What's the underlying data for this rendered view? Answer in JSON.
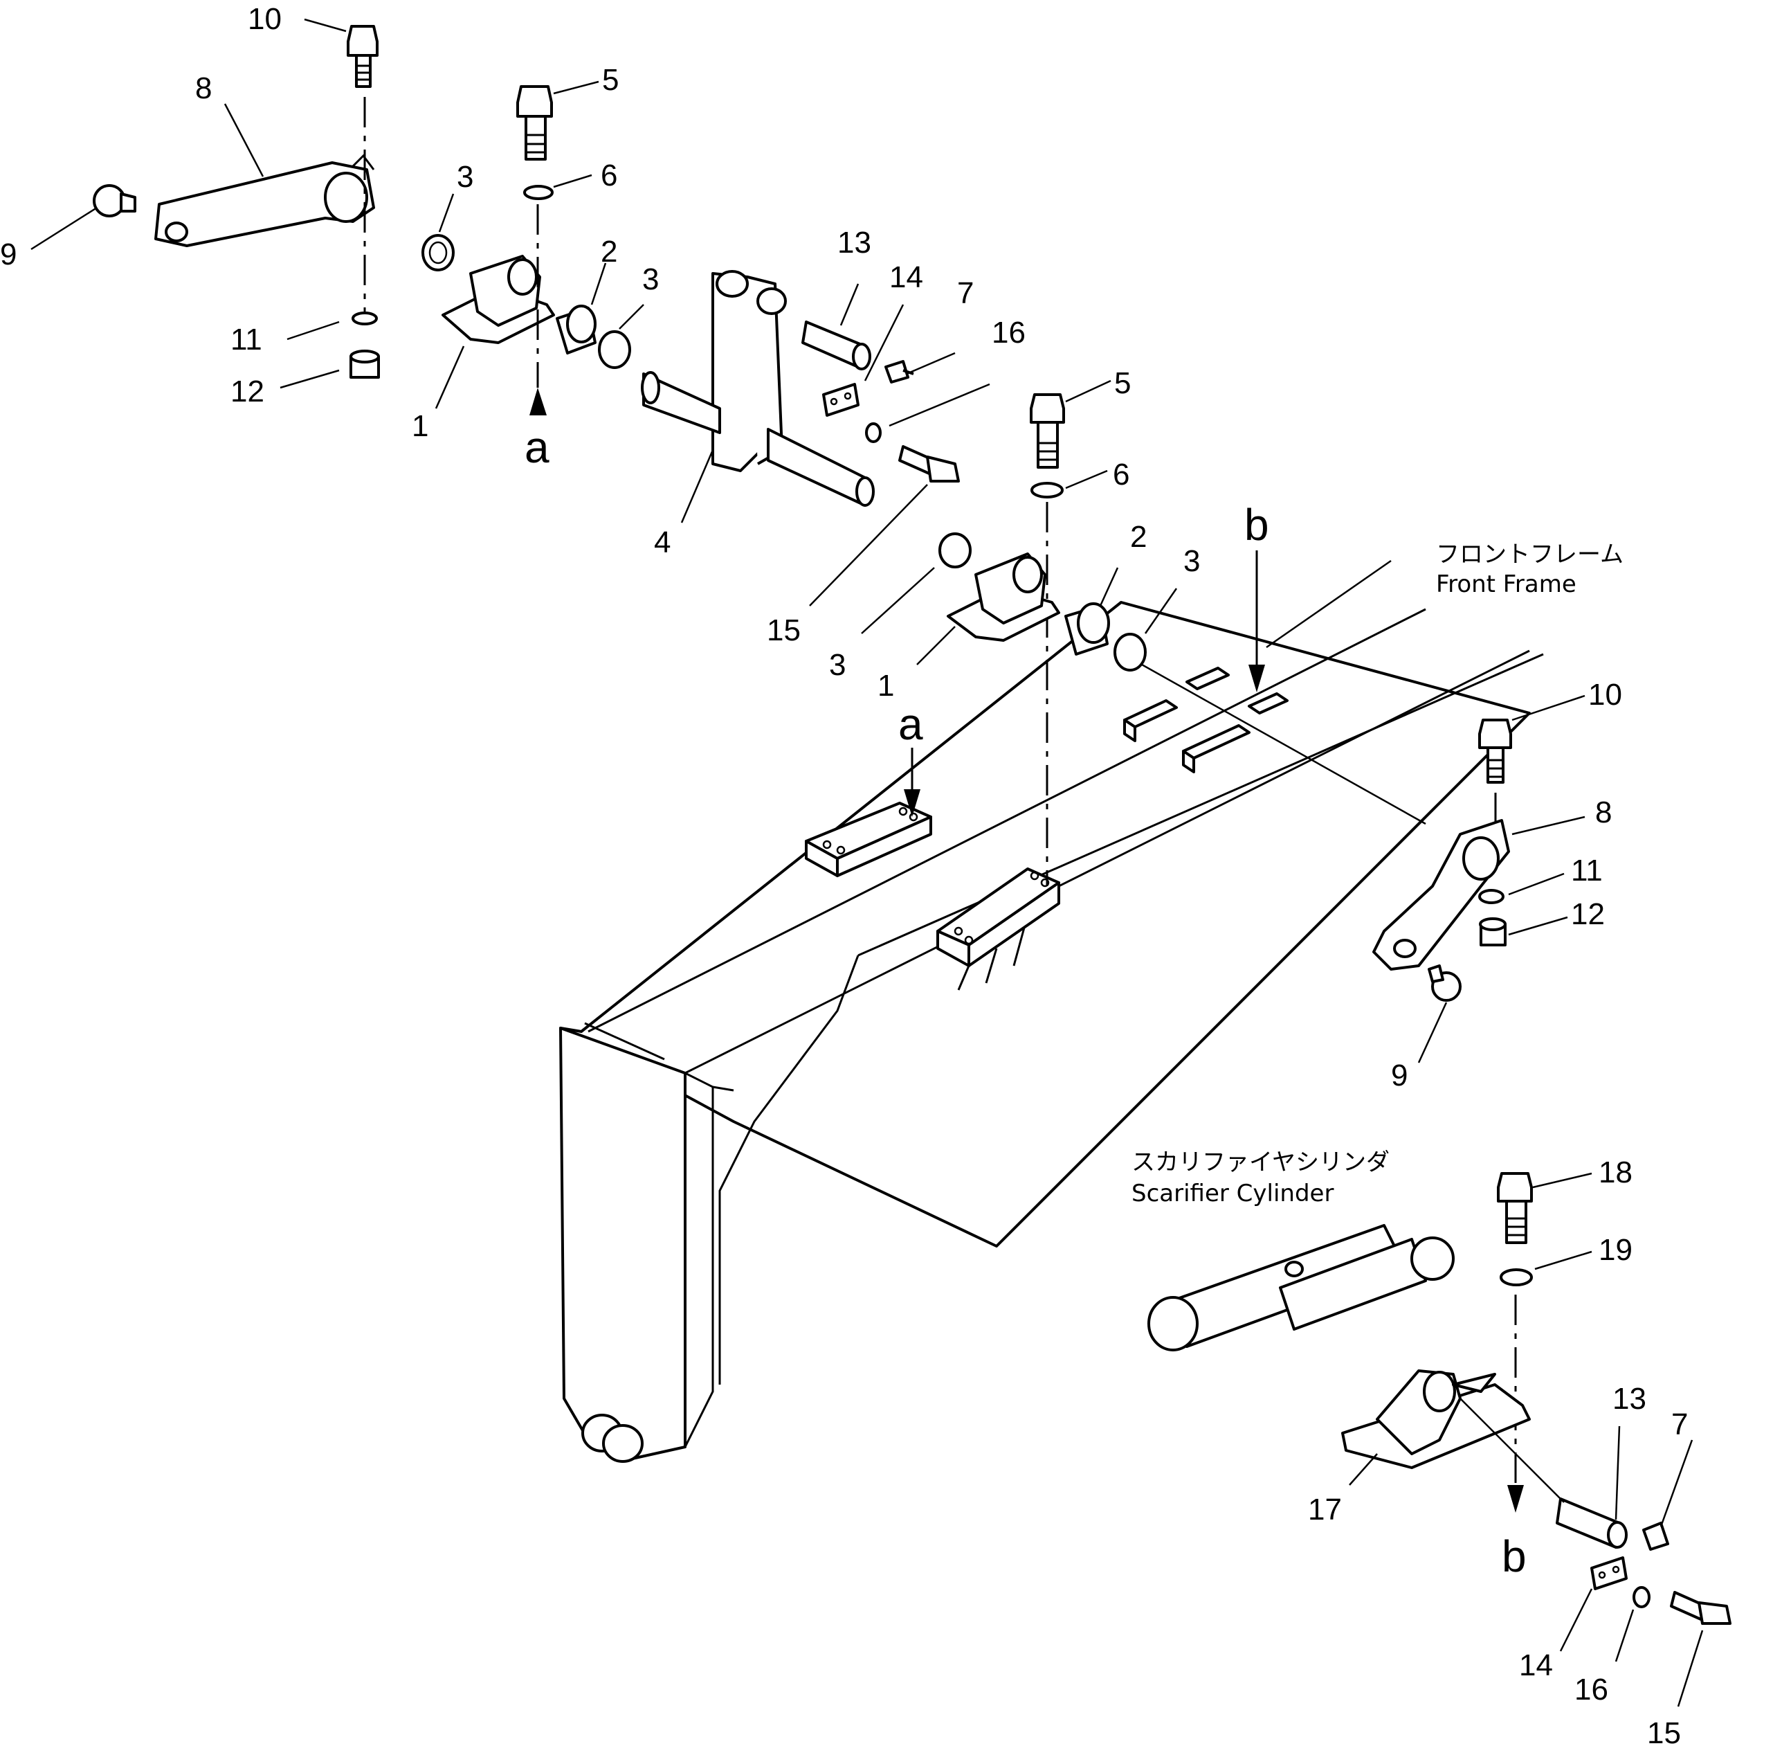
{
  "labels": {
    "front_frame_jp": "フロントフレーム",
    "front_frame_en": "Front Frame",
    "scarifier_jp": "スカリファイヤシリンダ",
    "scarifier_en": "Scarifier Cylinder"
  },
  "refs": {
    "a_top": "a",
    "a_bottom": "a",
    "b_top": "b",
    "b_bottom": "b"
  },
  "callouts": {
    "c10_top": "10",
    "c8_top": "8",
    "c9_top": "9",
    "c11_top": "11",
    "c12_top": "12",
    "c5_top": "5",
    "c6_top": "6",
    "c3_a": "3",
    "c1_top": "1",
    "c2_top": "2",
    "c3_b": "3",
    "c4": "4",
    "c13_top": "13",
    "c14_top": "14",
    "c7_top": "7",
    "c16_top": "16",
    "c15_top": "15",
    "c5_mid": "5",
    "c6_mid": "6",
    "c3_c": "3",
    "c1_mid": "1",
    "c2_mid": "2",
    "c3_d": "3",
    "c10_right": "10",
    "c8_right": "8",
    "c11_right": "11",
    "c12_right": "12",
    "c9_right": "9",
    "c18": "18",
    "c19": "19",
    "c17": "17",
    "c13_bot": "13",
    "c7_bot": "7",
    "c14_bot": "14",
    "c16_bot": "16",
    "c15_bot": "15"
  }
}
